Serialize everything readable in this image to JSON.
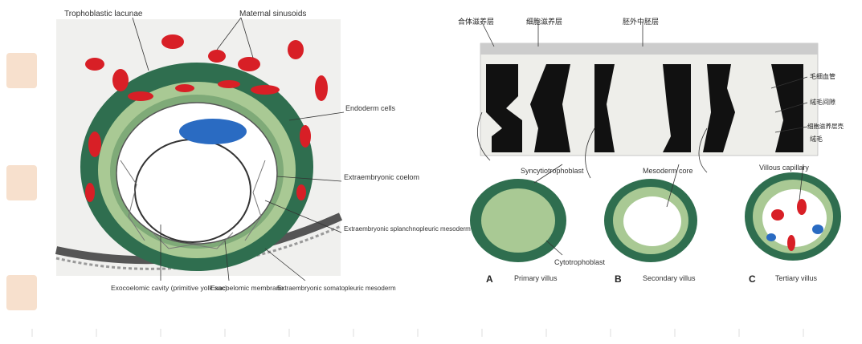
{
  "left_figure": {
    "labels": {
      "trophoblastic_lacunae": "Trophoblastic lacunae",
      "maternal_sinusoids": "Maternal sinusoids",
      "endoderm_cells": "Endoderm cells",
      "extraembryonic_coelom": "Extraembryonic coelom",
      "extraembryonic_splanchnopleuric": "Extraembryonic splanchnopleuric mesoderm",
      "exocoelomic_cavity": "Exocoelomic cavity (primitive yolk sac)",
      "exocoelomic_membrane": "Exocoelomic membrane",
      "extraembryonic_somatopleuric": "Extraembryonic somatopleuric mesoderm"
    }
  },
  "right_figure": {
    "top_labels": {
      "decidua_basalis": "合体滋养层",
      "cytotrophoblast_zh": "细胞滋养层",
      "extraembryonic_mesoderm_zh": "胚外中胚层",
      "capillary_zh": "毛细血管",
      "intervillous_space_zh": "绒毛间隙",
      "cytotrophoblast_shell_zh": "细胞滋养层壳",
      "villus_zh": "绒毛"
    },
    "cross_sections": {
      "syncytiotrophoblast": "Syncytiotrophoblast",
      "mesoderm_core": "Mesoderm core",
      "villous_capillary": "Villous capillary",
      "cytotrophoblast": "Cytotrophoblast",
      "panels": [
        {
          "letter": "A",
          "name": "Primary villus"
        },
        {
          "letter": "B",
          "name": "Secondary villus"
        },
        {
          "letter": "C",
          "name": "Tertiary villus"
        }
      ]
    }
  },
  "colors": {
    "dark_green": "#2f6e4f",
    "light_green": "#a9c994",
    "red": "#d81f26",
    "blue": "#2a6bc2"
  }
}
